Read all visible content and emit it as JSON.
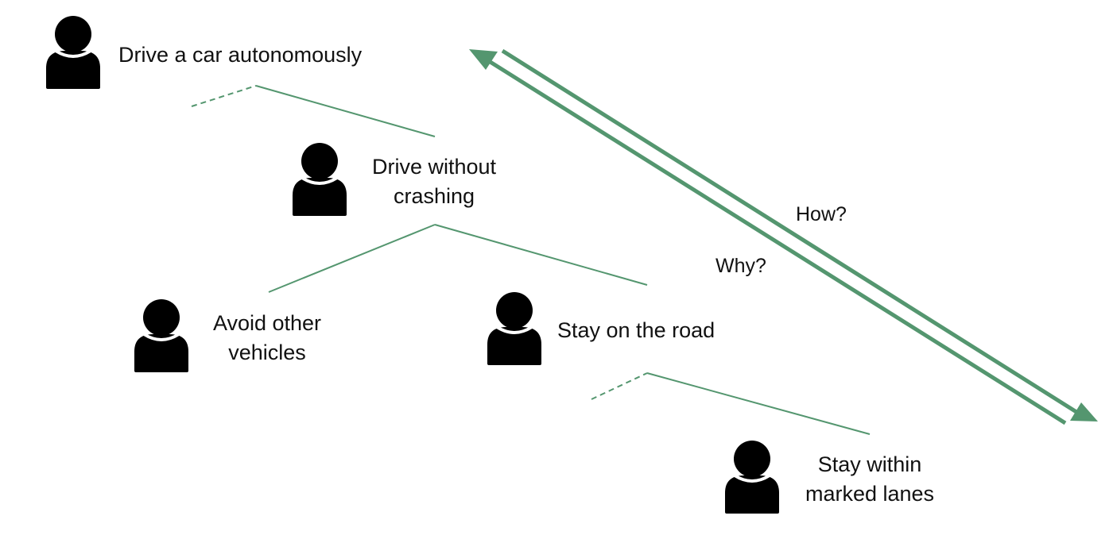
{
  "colors": {
    "accent": "#54966f",
    "icon": "#000000",
    "text": "#111111"
  },
  "nodes": {
    "drive_autonomously": {
      "label": "Drive a car autonomously"
    },
    "drive_without_crashing": {
      "line1": "Drive without",
      "line2": "crashing"
    },
    "avoid_other_vehicles": {
      "line1": "Avoid other",
      "line2": "vehicles"
    },
    "stay_on_road": {
      "label": "Stay on the road"
    },
    "stay_within_lanes": {
      "line1": "Stay within",
      "line2": "marked lanes"
    }
  },
  "arrows": {
    "how_label": "How?",
    "why_label": "Why?"
  },
  "icons": {
    "person": "person-icon"
  }
}
